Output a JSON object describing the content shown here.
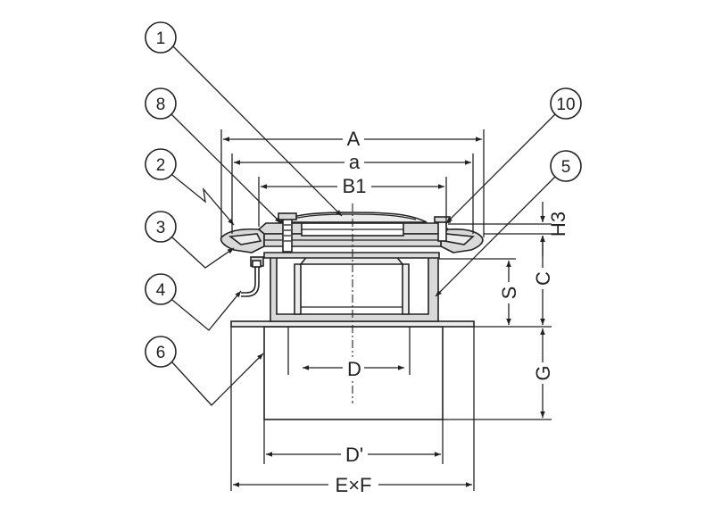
{
  "callouts": [
    {
      "id": "c1",
      "label": "1"
    },
    {
      "id": "c8",
      "label": "8"
    },
    {
      "id": "c2",
      "label": "2"
    },
    {
      "id": "c3",
      "label": "3"
    },
    {
      "id": "c4",
      "label": "4"
    },
    {
      "id": "c6",
      "label": "6"
    },
    {
      "id": "c10",
      "label": "10"
    },
    {
      "id": "c5",
      "label": "5"
    }
  ],
  "dimensions": {
    "A": "A",
    "a": "a",
    "B1": "B1",
    "D": "D",
    "D_prime": "D'",
    "ExF": "E×F",
    "H3": "H3",
    "S": "S",
    "C": "C",
    "G": "G"
  }
}
